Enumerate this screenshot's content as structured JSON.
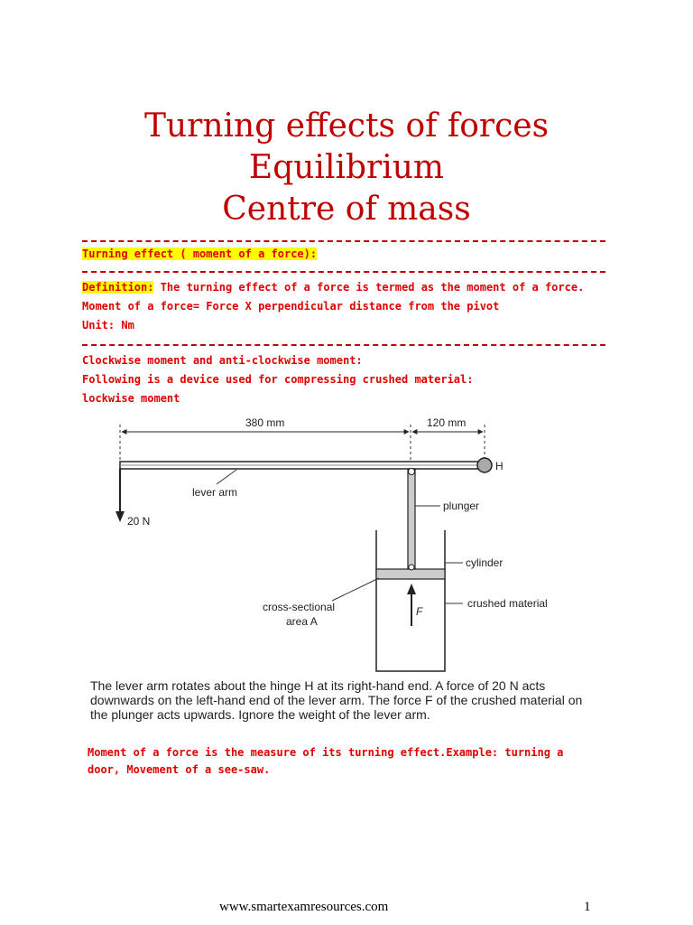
{
  "titles": {
    "line1": "Turning effects of forces",
    "line2": "Equilibrium",
    "line3": "Centre of mass"
  },
  "section1": {
    "heading": "Turning effect ( moment of a force):"
  },
  "definition": {
    "label": "Definition:",
    "text": " The turning effect of a force is termed as the moment of a force.",
    "formula": "Moment of a force= Force X perpendicular distance from the pivot",
    "unit": "Unit: Nm"
  },
  "section2": {
    "heading": "Clockwise moment and anti-clockwise moment:",
    "intro": "Following is a device used for compressing crushed material:",
    "sub": "lockwise moment"
  },
  "diagram": {
    "dim_left": "380 mm",
    "dim_right": "120 mm",
    "hinge": "H",
    "lever_arm": "lever arm",
    "force": "20 N",
    "plunger": "plunger",
    "cylinder": "cylinder",
    "crushed_material": "crushed material",
    "area_line1": "cross-sectional",
    "area_line2": "area A",
    "force_F": "F"
  },
  "caption": {
    "line1": "The lever arm rotates about the hinge H at its right-hand end. A force of 20 N acts",
    "line2": "downwards on the left-hand end of the lever arm. The force F of the crushed material on",
    "line3": "the plunger acts upwards. Ignore the weight of the lever arm."
  },
  "note": {
    "line1": "Moment of a force is the measure of its turning effect.Example: turning a",
    "line2": "door, Movement of a see-saw."
  },
  "footer": {
    "website": "www.smartexamresources.com",
    "page_number": "1"
  },
  "colors": {
    "title_red": "#c00000",
    "text_red": "#e00000",
    "highlight": "#ffff00"
  }
}
